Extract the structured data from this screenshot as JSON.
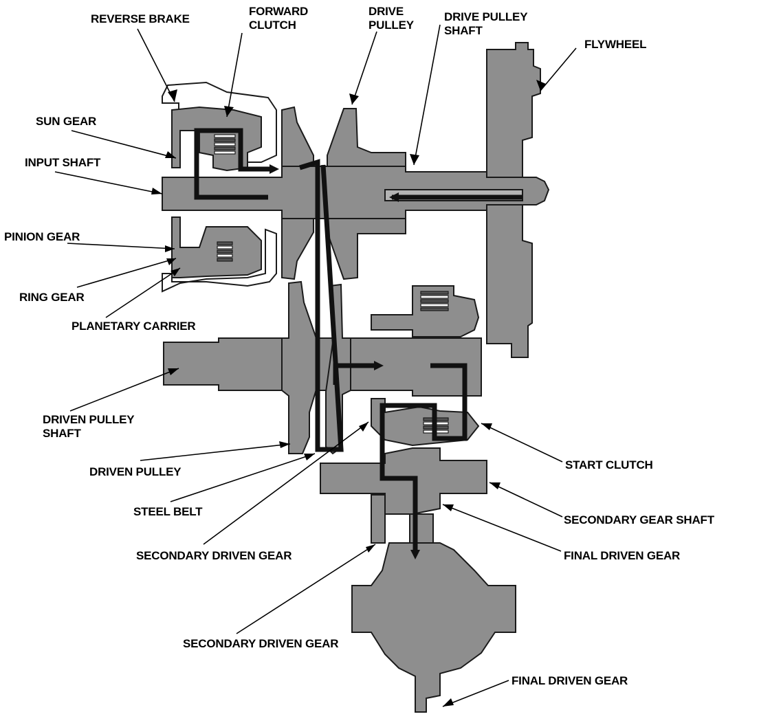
{
  "labels": {
    "reverse_brake": "REVERSE BRAKE",
    "forward_clutch_1": "FORWARD",
    "forward_clutch_2": "CLUTCH",
    "drive_pulley_1": "DRIVE",
    "drive_pulley_2": "PULLEY",
    "drive_pulley_shaft_1": "DRIVE PULLEY",
    "drive_pulley_shaft_2": "SHAFT",
    "flywheel": "FLYWHEEL",
    "sun_gear": "SUN GEAR",
    "input_shaft": "INPUT SHAFT",
    "pinion_gear": "PINION GEAR",
    "ring_gear": "RING GEAR",
    "planetary_carrier": "PLANETARY CARRIER",
    "driven_pulley_shaft_1": "DRIVEN PULLEY",
    "driven_pulley_shaft_2": "SHAFT",
    "driven_pulley": "DRIVEN PULLEY",
    "steel_belt": "STEEL BELT",
    "secondary_driven_gear_1": "SECONDARY DRIVEN GEAR",
    "secondary_driven_gear_2": "SECONDARY DRIVEN GEAR",
    "start_clutch": "START CLUTCH",
    "secondary_gear_shaft": "SECONDARY GEAR SHAFT",
    "final_driven_gear_1": "FINAL DRIVEN GEAR",
    "final_driven_gear_2": "FINAL DRIVEN GEAR"
  },
  "colors": {
    "part_fill": "#8e8e8e",
    "part_light_fill": "#b4b4b4",
    "outline": "#1a1a1a",
    "power_flow": "#111111",
    "background": "#ffffff"
  }
}
